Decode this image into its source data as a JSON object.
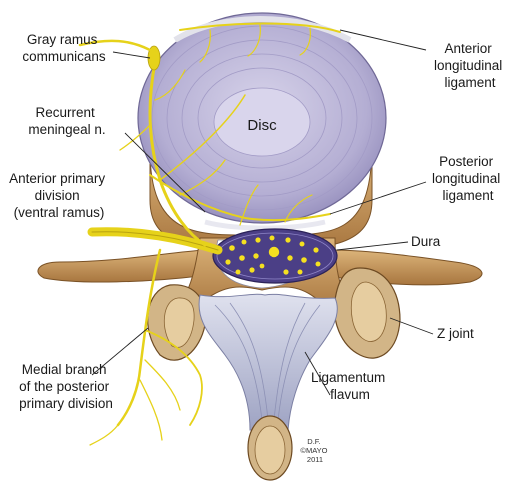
{
  "labels": {
    "gray_ramus": [
      "Gray ramus",
      "communicans"
    ],
    "recurrent_meningeal": [
      "Recurrent",
      "meningeal n."
    ],
    "anterior_primary": [
      "Anterior primary",
      "division",
      "(ventral ramus)"
    ],
    "medial_branch": [
      "Medial branch",
      "of the posterior",
      "primary division"
    ],
    "anterior_longitudinal": [
      "Anterior",
      "longitudinal",
      "ligament"
    ],
    "disc": "Disc",
    "posterior_longitudinal": [
      "Posterior",
      "longitudinal",
      "ligament"
    ],
    "dura": "Dura",
    "z_joint": "Z joint",
    "ligamentum_flavum": [
      "Ligamentum",
      "flavum"
    ]
  },
  "credit": [
    "D.F.",
    "©MAYO",
    "2011"
  ],
  "colors": {
    "nerve": "#e6d21a",
    "disc": "#b9b4d6",
    "bone": "#c99a5e",
    "ligament": "#c7cbe0",
    "dura": "#4b3f86",
    "rootlet": "#f5e020"
  }
}
